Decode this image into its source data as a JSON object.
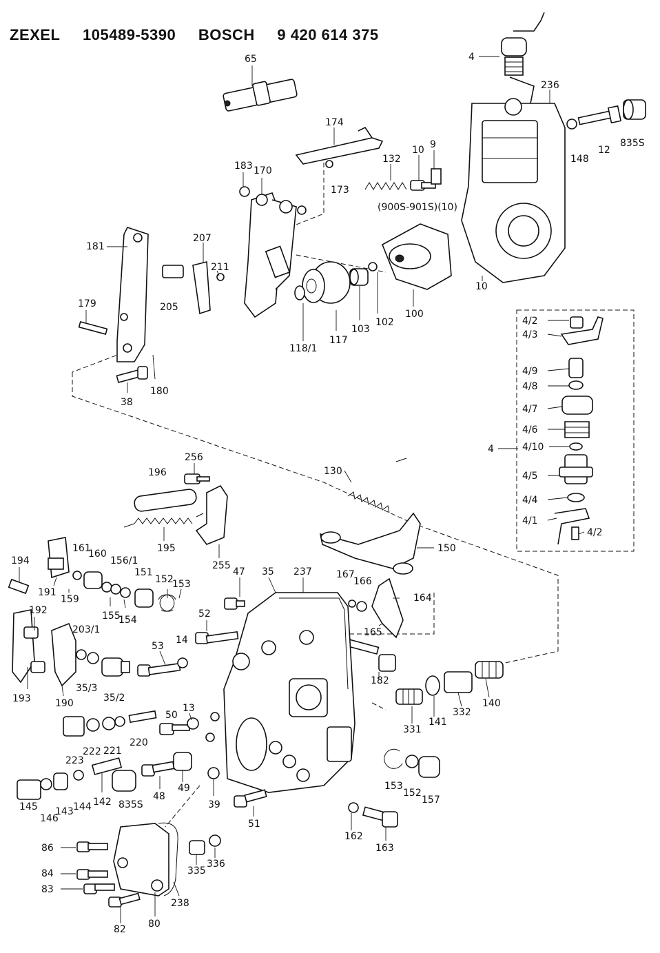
{
  "header": {
    "brand1": "ZEXEL",
    "part1": "105489-5390",
    "brand2": "BOSCH",
    "part2": "9 420 614 375"
  },
  "labels": [
    {
      "id": "65",
      "text": "65"
    },
    {
      "id": "4a",
      "text": "4"
    },
    {
      "id": "236",
      "text": "236"
    },
    {
      "id": "835s_top",
      "text": "835S"
    },
    {
      "id": "12",
      "text": "12"
    },
    {
      "id": "148",
      "text": "148"
    },
    {
      "id": "174",
      "text": "174"
    },
    {
      "id": "183",
      "text": "183"
    },
    {
      "id": "170",
      "text": "170"
    },
    {
      "id": "173",
      "text": "173"
    },
    {
      "id": "132",
      "text": "132"
    },
    {
      "id": "10a",
      "text": "10"
    },
    {
      "id": "9",
      "text": "9"
    },
    {
      "id": "900s",
      "text": "(900S-901S)(10)"
    },
    {
      "id": "10b",
      "text": "10"
    },
    {
      "id": "181",
      "text": "181"
    },
    {
      "id": "207",
      "text": "207"
    },
    {
      "id": "211",
      "text": "211"
    },
    {
      "id": "205",
      "text": "205"
    },
    {
      "id": "179",
      "text": "179"
    },
    {
      "id": "117",
      "text": "117"
    },
    {
      "id": "118_1",
      "text": "118/1"
    },
    {
      "id": "103",
      "text": "103"
    },
    {
      "id": "102",
      "text": "102"
    },
    {
      "id": "100",
      "text": "100"
    },
    {
      "id": "38",
      "text": "38"
    },
    {
      "id": "180",
      "text": "180"
    },
    {
      "id": "4_2a",
      "text": "4/2"
    },
    {
      "id": "4_3",
      "text": "4/3"
    },
    {
      "id": "4_9",
      "text": "4/9"
    },
    {
      "id": "4_8",
      "text": "4/8"
    },
    {
      "id": "4_7",
      "text": "4/7"
    },
    {
      "id": "4_6",
      "text": "4/6"
    },
    {
      "id": "4b",
      "text": "4"
    },
    {
      "id": "4_10",
      "text": "4/10"
    },
    {
      "id": "4_5",
      "text": "4/5"
    },
    {
      "id": "4_4",
      "text": "4/4"
    },
    {
      "id": "4_1",
      "text": "4/1"
    },
    {
      "id": "4_2b",
      "text": "4/2"
    },
    {
      "id": "256",
      "text": "256"
    },
    {
      "id": "196",
      "text": "196"
    },
    {
      "id": "130",
      "text": "130"
    },
    {
      "id": "195",
      "text": "195"
    },
    {
      "id": "255",
      "text": "255"
    },
    {
      "id": "150",
      "text": "150"
    },
    {
      "id": "194",
      "text": "194"
    },
    {
      "id": "161",
      "text": "161"
    },
    {
      "id": "160",
      "text": "160"
    },
    {
      "id": "156_1",
      "text": "156/1"
    },
    {
      "id": "191",
      "text": "191"
    },
    {
      "id": "159",
      "text": "159"
    },
    {
      "id": "155",
      "text": "155"
    },
    {
      "id": "154",
      "text": "154"
    },
    {
      "id": "151",
      "text": "151"
    },
    {
      "id": "152a",
      "text": "152"
    },
    {
      "id": "153a",
      "text": "153"
    },
    {
      "id": "47",
      "text": "47"
    },
    {
      "id": "35",
      "text": "35"
    },
    {
      "id": "237",
      "text": "237"
    },
    {
      "id": "167",
      "text": "167"
    },
    {
      "id": "166",
      "text": "166"
    },
    {
      "id": "164",
      "text": "164"
    },
    {
      "id": "165",
      "text": "165"
    },
    {
      "id": "192",
      "text": "192"
    },
    {
      "id": "203_1",
      "text": "203/1"
    },
    {
      "id": "52",
      "text": "52"
    },
    {
      "id": "14",
      "text": "14"
    },
    {
      "id": "53",
      "text": "53"
    },
    {
      "id": "182",
      "text": "182"
    },
    {
      "id": "193",
      "text": "193"
    },
    {
      "id": "190",
      "text": "190"
    },
    {
      "id": "35_3",
      "text": "35/3"
    },
    {
      "id": "35_2",
      "text": "35/2"
    },
    {
      "id": "13",
      "text": "13"
    },
    {
      "id": "50",
      "text": "50"
    },
    {
      "id": "223",
      "text": "223"
    },
    {
      "id": "222",
      "text": "222"
    },
    {
      "id": "221",
      "text": "221"
    },
    {
      "id": "220",
      "text": "220"
    },
    {
      "id": "331",
      "text": "331"
    },
    {
      "id": "141",
      "text": "141"
    },
    {
      "id": "332",
      "text": "332"
    },
    {
      "id": "140",
      "text": "140"
    },
    {
      "id": "142",
      "text": "142"
    },
    {
      "id": "835s_bot",
      "text": "835S"
    },
    {
      "id": "48",
      "text": "48"
    },
    {
      "id": "49",
      "text": "49"
    },
    {
      "id": "39",
      "text": "39"
    },
    {
      "id": "145",
      "text": "145"
    },
    {
      "id": "146",
      "text": "146"
    },
    {
      "id": "143",
      "text": "143"
    },
    {
      "id": "144",
      "text": "144"
    },
    {
      "id": "153b",
      "text": "153"
    },
    {
      "id": "152b",
      "text": "152"
    },
    {
      "id": "157",
      "text": "157"
    },
    {
      "id": "51",
      "text": "51"
    },
    {
      "id": "162",
      "text": "162"
    },
    {
      "id": "163",
      "text": "163"
    },
    {
      "id": "86",
      "text": "86"
    },
    {
      "id": "84",
      "text": "84"
    },
    {
      "id": "83",
      "text": "83"
    },
    {
      "id": "82",
      "text": "82"
    },
    {
      "id": "335",
      "text": "335"
    },
    {
      "id": "336",
      "text": "336"
    },
    {
      "id": "238",
      "text": "238"
    },
    {
      "id": "80",
      "text": "80"
    }
  ]
}
